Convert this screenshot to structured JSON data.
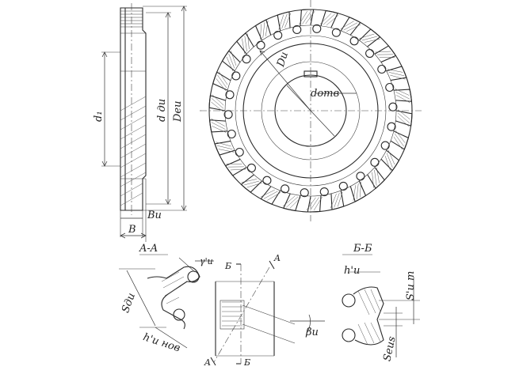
{
  "labels": {
    "d1": "d₁",
    "d_du": "d дu",
    "D_eu_side": "Dеu",
    "B_u": "Bu",
    "B": "B",
    "D_u": "Du",
    "d_otv": "dотв",
    "section_AA": "A-A",
    "section_BB": "Б-Б",
    "S_du": "Sдu",
    "gamma_u": "γ'u",
    "h_u_nov": "h'u нов",
    "mark_B1": "Б",
    "mark_A1": "A",
    "mark_A2": "A",
    "mark_B2": "Б",
    "beta_u": "βu",
    "h_u": "h'u",
    "S_u_m": "S'u m",
    "S_e_us": "Seus"
  }
}
